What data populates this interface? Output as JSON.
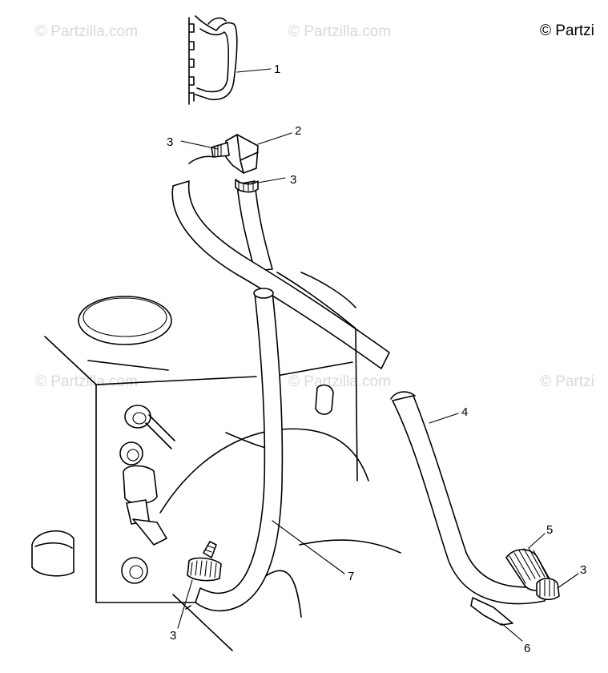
{
  "watermark": {
    "text": "© Partzilla.com",
    "corner_text": "© Partzi",
    "edge_text": "© Partzi"
  },
  "callouts": {
    "c1": "1",
    "c2": "2",
    "c3a": "3",
    "c3b": "3",
    "c3c": "3",
    "c3d": "3",
    "c4": "4",
    "c5": "5",
    "c6": "6",
    "c7": "7"
  }
}
